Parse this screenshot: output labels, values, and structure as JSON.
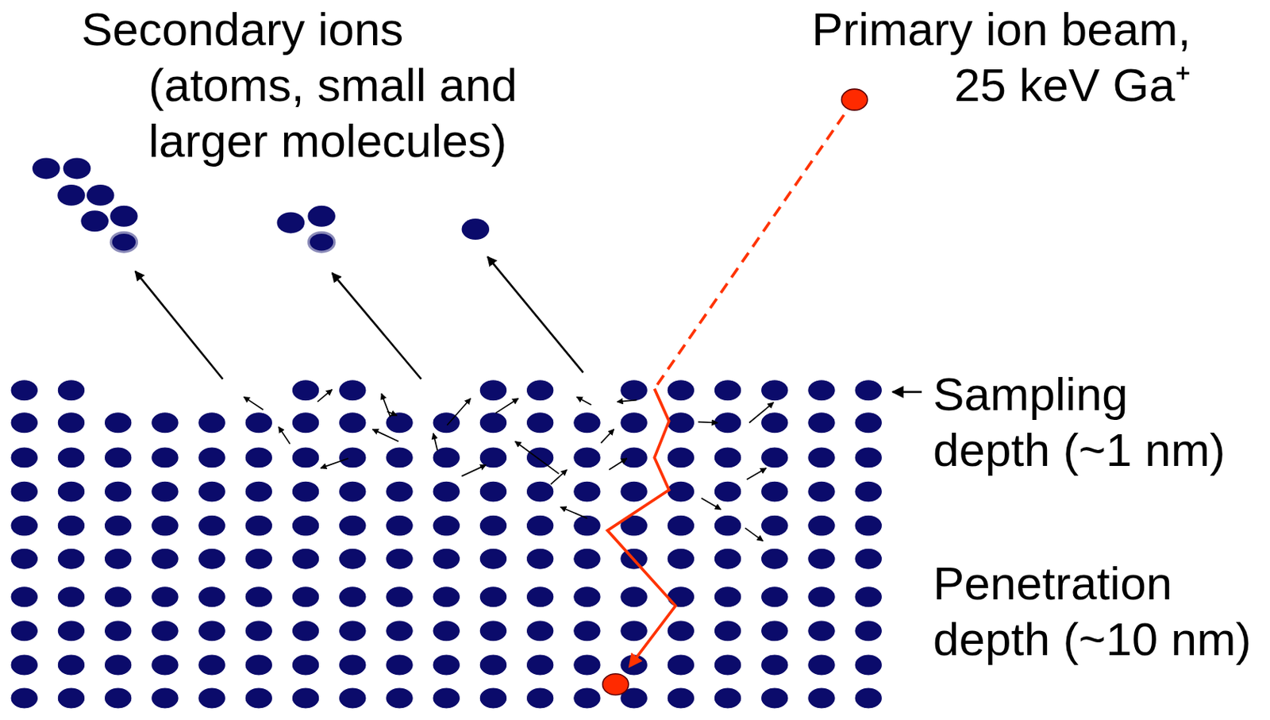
{
  "diagram": {
    "labels": [
      "Secondary ions (atoms, small and larger molecules)",
      "Primary ion beam, 25 keV Ga⁺",
      "Sampling depth (~1 nm)",
      "Penetration depth (~10 nm)"
    ]
  }
}
